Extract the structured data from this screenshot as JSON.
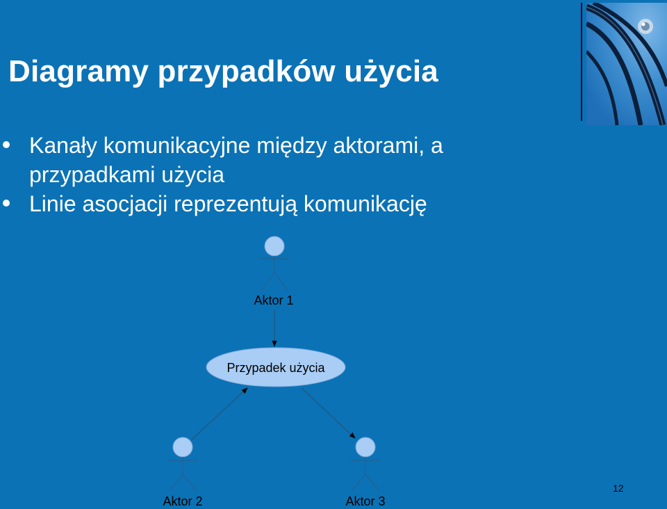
{
  "slide": {
    "title": "Diagramy przypadków użycia",
    "bullets": [
      {
        "text": "Kanały komunikacyjne między aktorami, a przypadkami użycia"
      },
      {
        "text": "Linie asocjacji reprezentują komunikację"
      }
    ],
    "page_number": "12"
  },
  "diagram": {
    "actors": [
      {
        "label": "Aktor 1"
      },
      {
        "label": "Aktor 2"
      },
      {
        "label": "Aktor 3"
      }
    ],
    "use_case": {
      "label": "Przypadek użycia"
    }
  },
  "colors": {
    "background": "#0b72b5",
    "actor_fill": "#a9cdf5",
    "use_case_fill": "#a9cdf5",
    "text": "#ffffff"
  }
}
